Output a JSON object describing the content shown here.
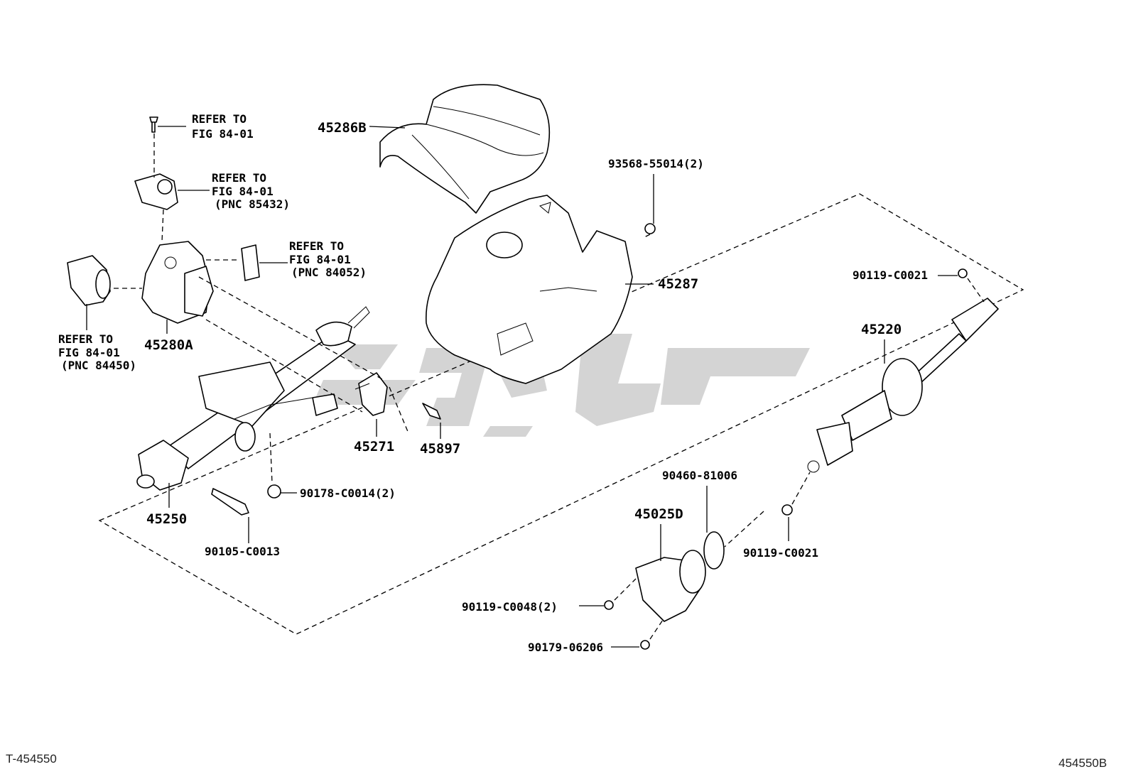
{
  "diagram": {
    "callouts": {
      "c45286B": "45286B",
      "c45287": "45287",
      "c93568": "93568-55014(2)",
      "c45280A": "45280A",
      "c45250": "45250",
      "c45271": "45271",
      "c45897": "45897",
      "c90178": "90178-C0014(2)",
      "c90105": "90105-C0013",
      "c90119_top": "90119-C0021",
      "c45220": "45220",
      "c90460": "90460-81006",
      "c45025D": "45025D",
      "c90119_mid": "90119-C0021",
      "c90119_0048": "90119-C0048(2)",
      "c90179": "90179-06206"
    },
    "refers": {
      "r1": [
        "REFER TO",
        "FIG 84-01"
      ],
      "r2": [
        "REFER TO",
        "FIG 84-01",
        "(PNC 85432)"
      ],
      "r3": [
        "REFER TO",
        "FIG 84-01",
        "(PNC 84052)"
      ],
      "r4": [
        "REFER TO",
        "FIG 84-01",
        "(PNC 84450)"
      ]
    }
  },
  "footer": {
    "left": "T-454550",
    "right": "454550B"
  }
}
